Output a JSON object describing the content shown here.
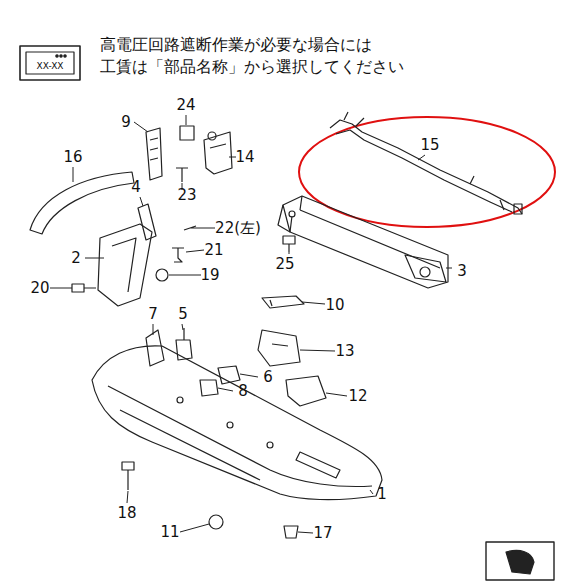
{
  "diagram": {
    "labels": [
      "高電圧回路遮断作業が必要な場合には",
      "工賃は「部品名称」から選択してください",
      "XX-XX",
      "16",
      "9",
      "24",
      "14",
      "23",
      "4",
      "22(左)",
      "2",
      "21",
      "20",
      "19",
      "25",
      "3",
      "15",
      "10",
      "7",
      "5",
      "13",
      "6",
      "8",
      "12",
      "1",
      "18",
      "11",
      "17"
    ]
  }
}
